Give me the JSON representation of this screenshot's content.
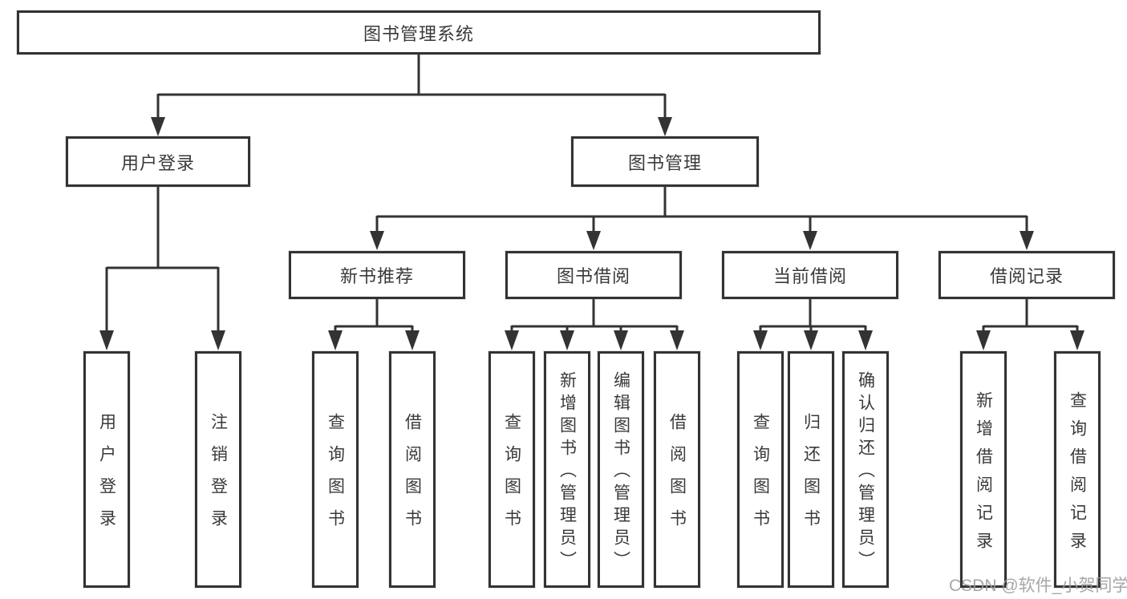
{
  "diagram": {
    "title": "图书管理系统",
    "user_login": {
      "label": "用户登录",
      "children": [
        "用户登录",
        "注销登录"
      ]
    },
    "book_mgmt": {
      "label": "图书管理",
      "sections": [
        {
          "label": "新书推荐",
          "children": [
            "查询图书",
            "借阅图书"
          ]
        },
        {
          "label": "图书借阅",
          "children": [
            "查询图书",
            "新增图书（管理员）",
            "编辑图书（管理员）",
            "借阅图书"
          ]
        },
        {
          "label": "当前借阅",
          "children": [
            "查询图书",
            "归还图书",
            "确认归还（管理员）"
          ]
        },
        {
          "label": "借阅记录",
          "children": [
            "新增借阅记录",
            "查询借阅记录"
          ]
        }
      ]
    },
    "watermark": "CSDN @软件_小贺同学",
    "line_color": "#333333"
  }
}
